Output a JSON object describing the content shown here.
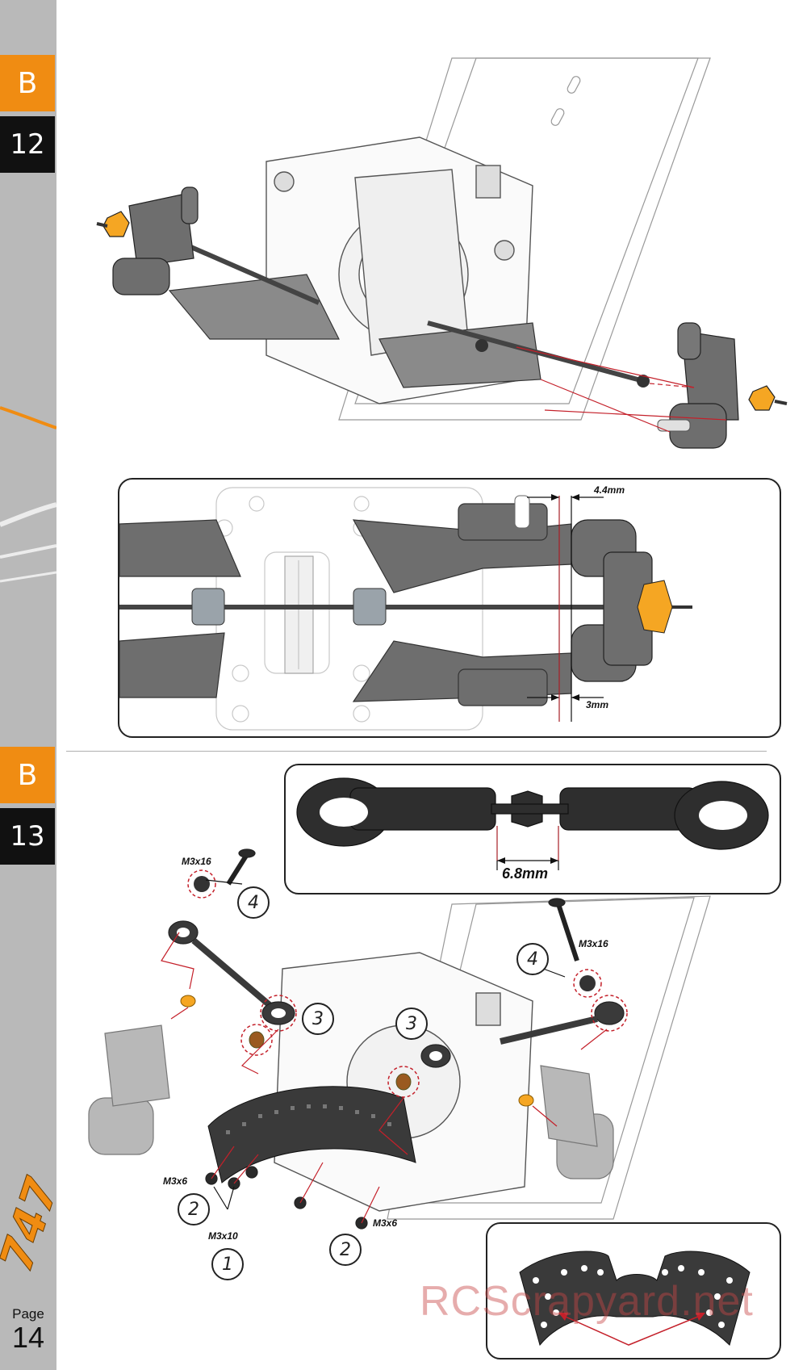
{
  "sidebar": {
    "step1": {
      "section": "B",
      "number": "12"
    },
    "step2": {
      "section": "B",
      "number": "13"
    },
    "page_word": "Page",
    "page_number": "14",
    "logo_text": "747"
  },
  "step12": {
    "dimensions": {
      "top": "4.4mm",
      "bottom": "3mm"
    }
  },
  "step13": {
    "turnbuckle_length": "6.8mm",
    "callouts": {
      "one": "1",
      "two_left": "2",
      "two_right": "2",
      "three_left": "3",
      "three_right": "3",
      "four_left": "4",
      "four_right": "4"
    },
    "screws": {
      "m3x16_left": "M3x16",
      "m3x16_right": "M3x16",
      "m3x6_left": "M3x6",
      "m3x10": "M3x10",
      "m3x6_right": "M3x6"
    }
  },
  "watermark": "RCScrapyard.net",
  "colors": {
    "accent": "#f08c12",
    "sidebar": "#b9b9b9",
    "part_gray": "#6e6e6e",
    "part_orange": "#f5a623",
    "leader_red": "#c4202a"
  }
}
